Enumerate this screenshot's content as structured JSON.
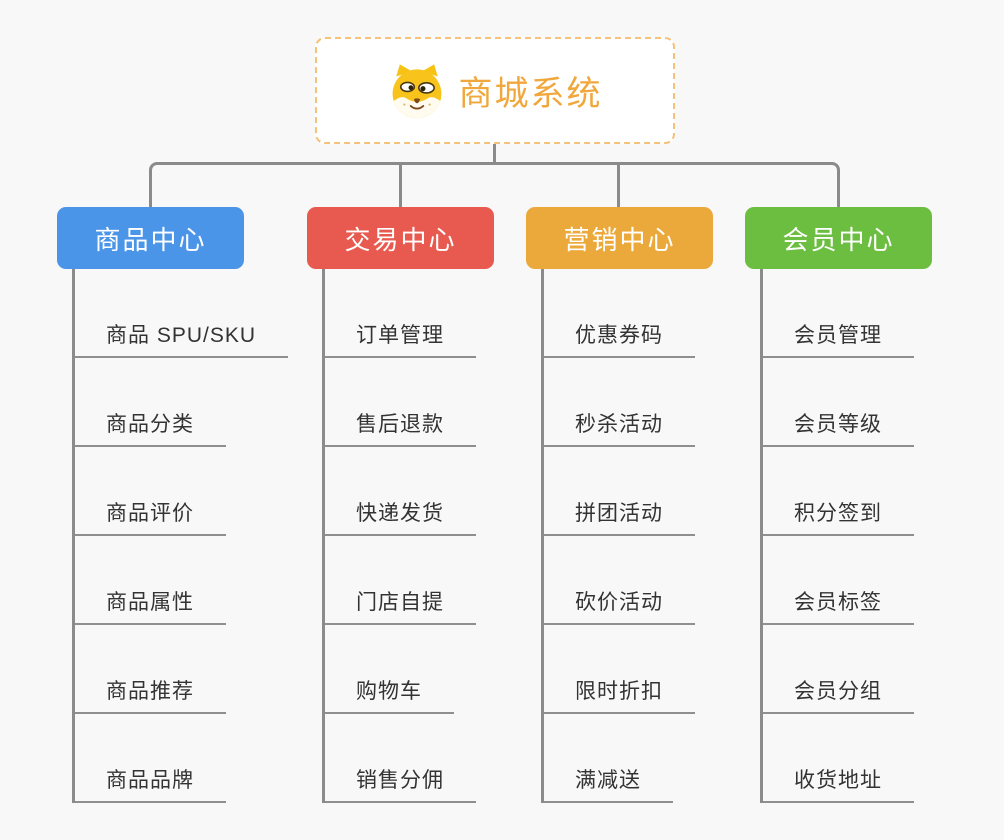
{
  "root": {
    "title": "商城系统",
    "icon": "dog-face-icon",
    "accent_color": "#f0a73c",
    "border_color": "#f6c17a"
  },
  "branches": [
    {
      "label": "商品中心",
      "color": "#4b95e9",
      "items": [
        "商品 SPU/SKU",
        "商品分类",
        "商品评价",
        "商品属性",
        "商品推荐",
        "商品品牌"
      ]
    },
    {
      "label": "交易中心",
      "color": "#e8594f",
      "items": [
        "订单管理",
        "售后退款",
        "快递发货",
        "门店自提",
        "购物车",
        "销售分佣"
      ]
    },
    {
      "label": "营销中心",
      "color": "#eca93b",
      "items": [
        "优惠券码",
        "秒杀活动",
        "拼团活动",
        "砍价活动",
        "限时折扣",
        "满减送"
      ]
    },
    {
      "label": "会员中心",
      "color": "#6cbe41",
      "items": [
        "会员管理",
        "会员等级",
        "积分签到",
        "会员标签",
        "会员分组",
        "收货地址"
      ]
    }
  ],
  "connector_color": "#8b8b8b"
}
